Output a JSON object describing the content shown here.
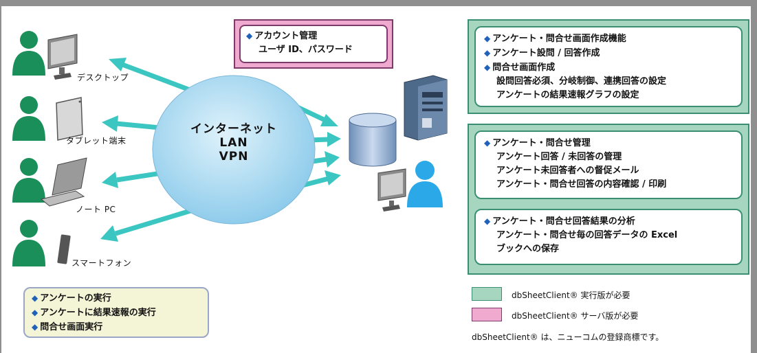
{
  "internet": {
    "line1": "インターネット",
    "line2": "LAN",
    "line3": "VPN"
  },
  "devices": [
    {
      "label": "デスクトップ"
    },
    {
      "label": "タブレット端末"
    },
    {
      "label": "ノート PC"
    },
    {
      "label": "スマートフォン"
    }
  ],
  "account_box": {
    "line1": "アカウント管理",
    "line2": "ユーザ ID、パスワード"
  },
  "client_box": {
    "line1": "アンケートの実行",
    "line2": "アンケートに結果速報の実行",
    "line3": "問合せ画面実行"
  },
  "design_box": {
    "line1": "アンケート・問合せ画面作成機能",
    "line2": "アンケート設問 / 回答作成",
    "line3": "問合せ画面作成",
    "line4": "設問回答必須、分岐制御、連携回答の設定",
    "line5": "アンケートの結果速報グラフの設定"
  },
  "manage_box": {
    "line1": "アンケート・問合せ管理",
    "line2": "アンケート回答 / 未回答の管理",
    "line3": "アンケート未回答者への督促メール",
    "line4": "アンケート・問合せ回答の内容確認 / 印刷"
  },
  "analysis_box": {
    "line1": "アンケート・問合せ回答結果の分析",
    "line2": "アンケート・問合せ毎の回答データの Excel",
    "line3": "ブックへの保存"
  },
  "legend": {
    "runtime": "dbSheetClient® 実行版が必要",
    "server": "dbSheetClient® サーバ版が必要",
    "trademark": "dbSheetClient® は、ニューコムの登録商標です。"
  },
  "colors": {
    "person": "#1a8f5a",
    "admin": "#2aa8e8",
    "arrow": "#3cc6c2",
    "globe": "#b8e2f6",
    "green_fill": "#a6d6c0",
    "pink_fill": "#f0a9cf",
    "yellow_fill": "#f4f4d6"
  }
}
